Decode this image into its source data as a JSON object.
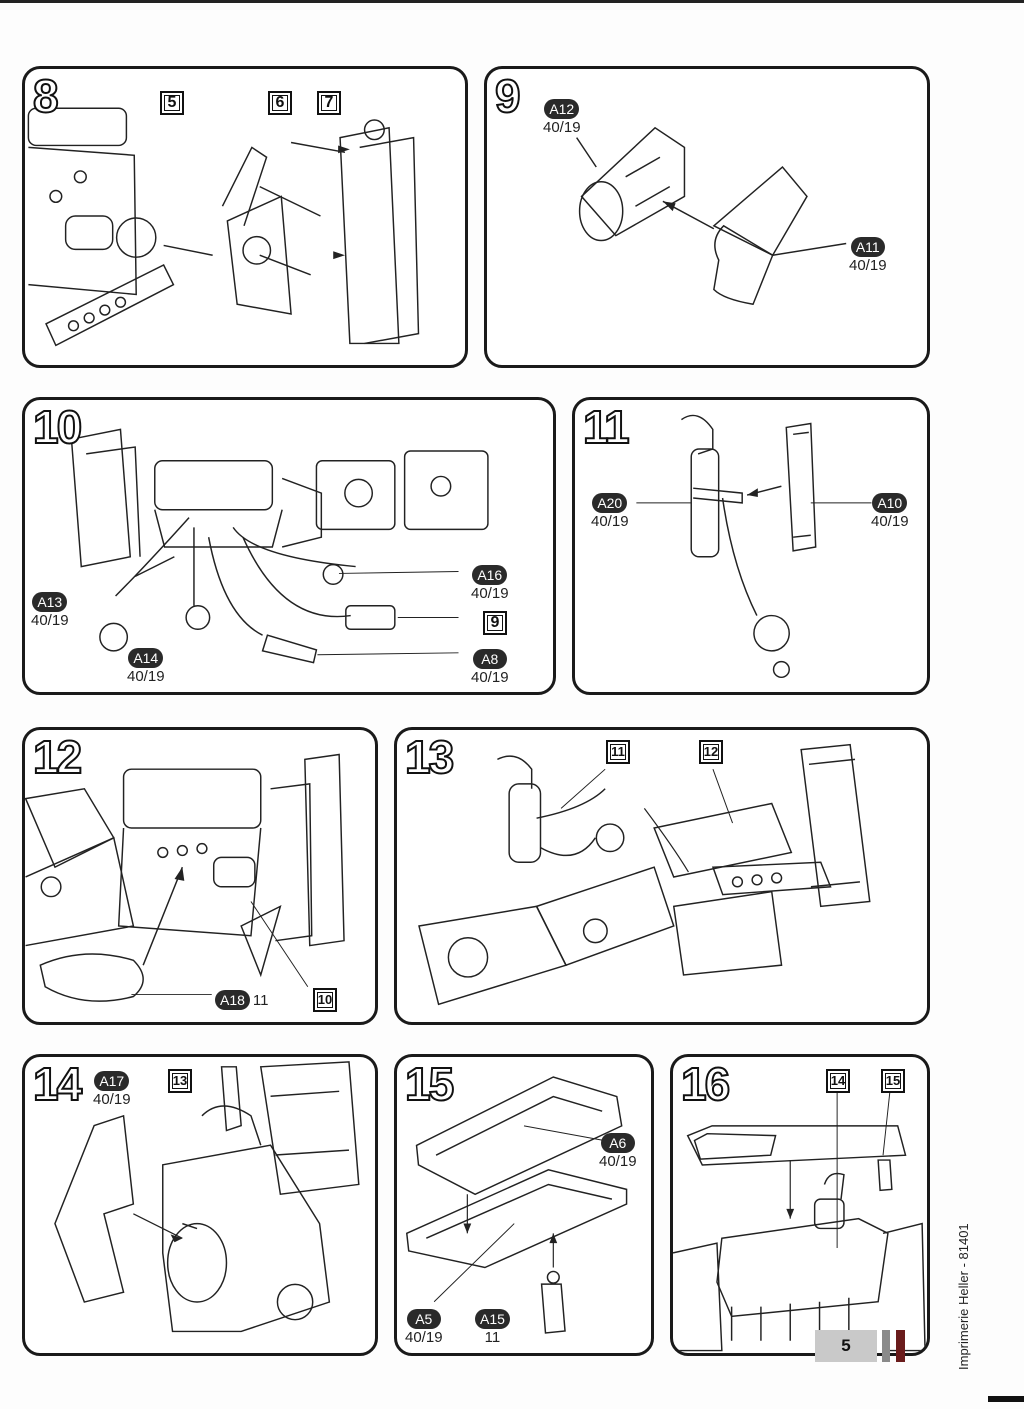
{
  "steps": [
    {
      "number": "8",
      "parts": [
        {
          "ref": "5"
        },
        {
          "ref": "6"
        },
        {
          "ref": "7"
        }
      ]
    },
    {
      "number": "9",
      "parts": [
        {
          "code": "A12",
          "ratio": "40/19"
        },
        {
          "code": "A11",
          "ratio": "40/19"
        }
      ]
    },
    {
      "number": "10",
      "parts": [
        {
          "code": "A16",
          "ratio": "40/19"
        },
        {
          "code": "A13",
          "ratio": "40/19"
        },
        {
          "code": "A14",
          "ratio": "40/19"
        },
        {
          "ref": "9"
        },
        {
          "code": "A8",
          "ratio": "40/19"
        }
      ]
    },
    {
      "number": "11",
      "parts": [
        {
          "code": "A20",
          "ratio": "40/19"
        },
        {
          "code": "A10",
          "ratio": "40/19"
        }
      ]
    },
    {
      "number": "12",
      "parts": [
        {
          "code": "A18",
          "ratio": "11"
        },
        {
          "ref": "10"
        }
      ]
    },
    {
      "number": "13",
      "parts": [
        {
          "ref": "11"
        },
        {
          "ref": "12"
        }
      ]
    },
    {
      "number": "14",
      "parts": [
        {
          "code": "A17",
          "ratio": "40/19"
        },
        {
          "ref": "13"
        }
      ]
    },
    {
      "number": "15",
      "parts": [
        {
          "code": "A6",
          "ratio": "40/19"
        },
        {
          "code": "A5",
          "ratio": "40/19"
        },
        {
          "code": "A15",
          "ratio": "11"
        }
      ]
    },
    {
      "number": "16",
      "parts": [
        {
          "ref": "14"
        },
        {
          "ref": "15"
        }
      ]
    }
  ],
  "footer": {
    "credit": "Imprimerie Heller - 81401",
    "page_number": "5"
  },
  "colors": {
    "badge": "#2a2a2a",
    "page_box": "#c9c9c9",
    "accent_bar": "#6a1c1c"
  }
}
